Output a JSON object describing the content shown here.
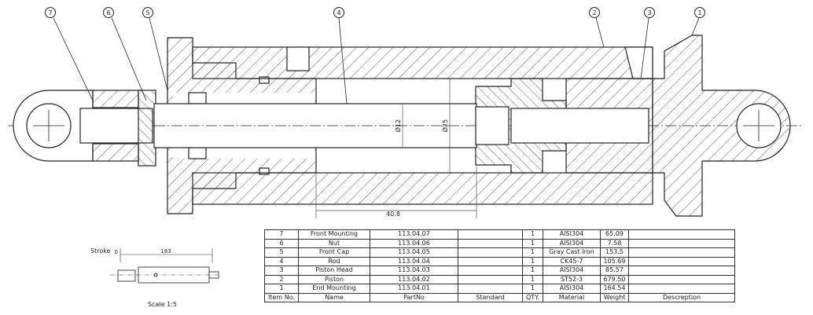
{
  "balloons": [
    "7",
    "6",
    "5",
    "4",
    "2",
    "3",
    "1"
  ],
  "dimensions": {
    "rod_dia": "Ø12",
    "bore_dia": "Ø25",
    "length": "40.8"
  },
  "stroke_view": {
    "label": "Stroke",
    "start": "0",
    "value": "183",
    "scale": "Scale 1:5"
  },
  "bom": {
    "headers": [
      "Item No.",
      "Name",
      "PartNo",
      "Standard",
      "QTY.",
      "Material",
      "Weight",
      "Descreption"
    ],
    "rows": [
      [
        "7",
        "Front Mounting",
        "113.04.07",
        "",
        "1",
        "AISI304",
        "65.09",
        ""
      ],
      [
        "6",
        "Nut",
        "113.04.06",
        "",
        "1",
        "AISI304",
        "7.58",
        ""
      ],
      [
        "5",
        "Front Cap",
        "113.04.05",
        "",
        "1",
        "Gray Cast Iron",
        "153.5",
        ""
      ],
      [
        "4",
        "Rod",
        "113.04.04",
        "",
        "1",
        "CK45-7",
        "105.69",
        ""
      ],
      [
        "3",
        "Piston Head",
        "113.04.03",
        "",
        "1",
        "AISI304",
        "85.57",
        ""
      ],
      [
        "2",
        "Piston",
        "113.04.02",
        "",
        "1",
        "ST52-3",
        "679.50",
        ""
      ],
      [
        "1",
        "End Mounting",
        "113.04.01",
        "",
        "1",
        "AISI304",
        "164.54",
        ""
      ]
    ]
  }
}
